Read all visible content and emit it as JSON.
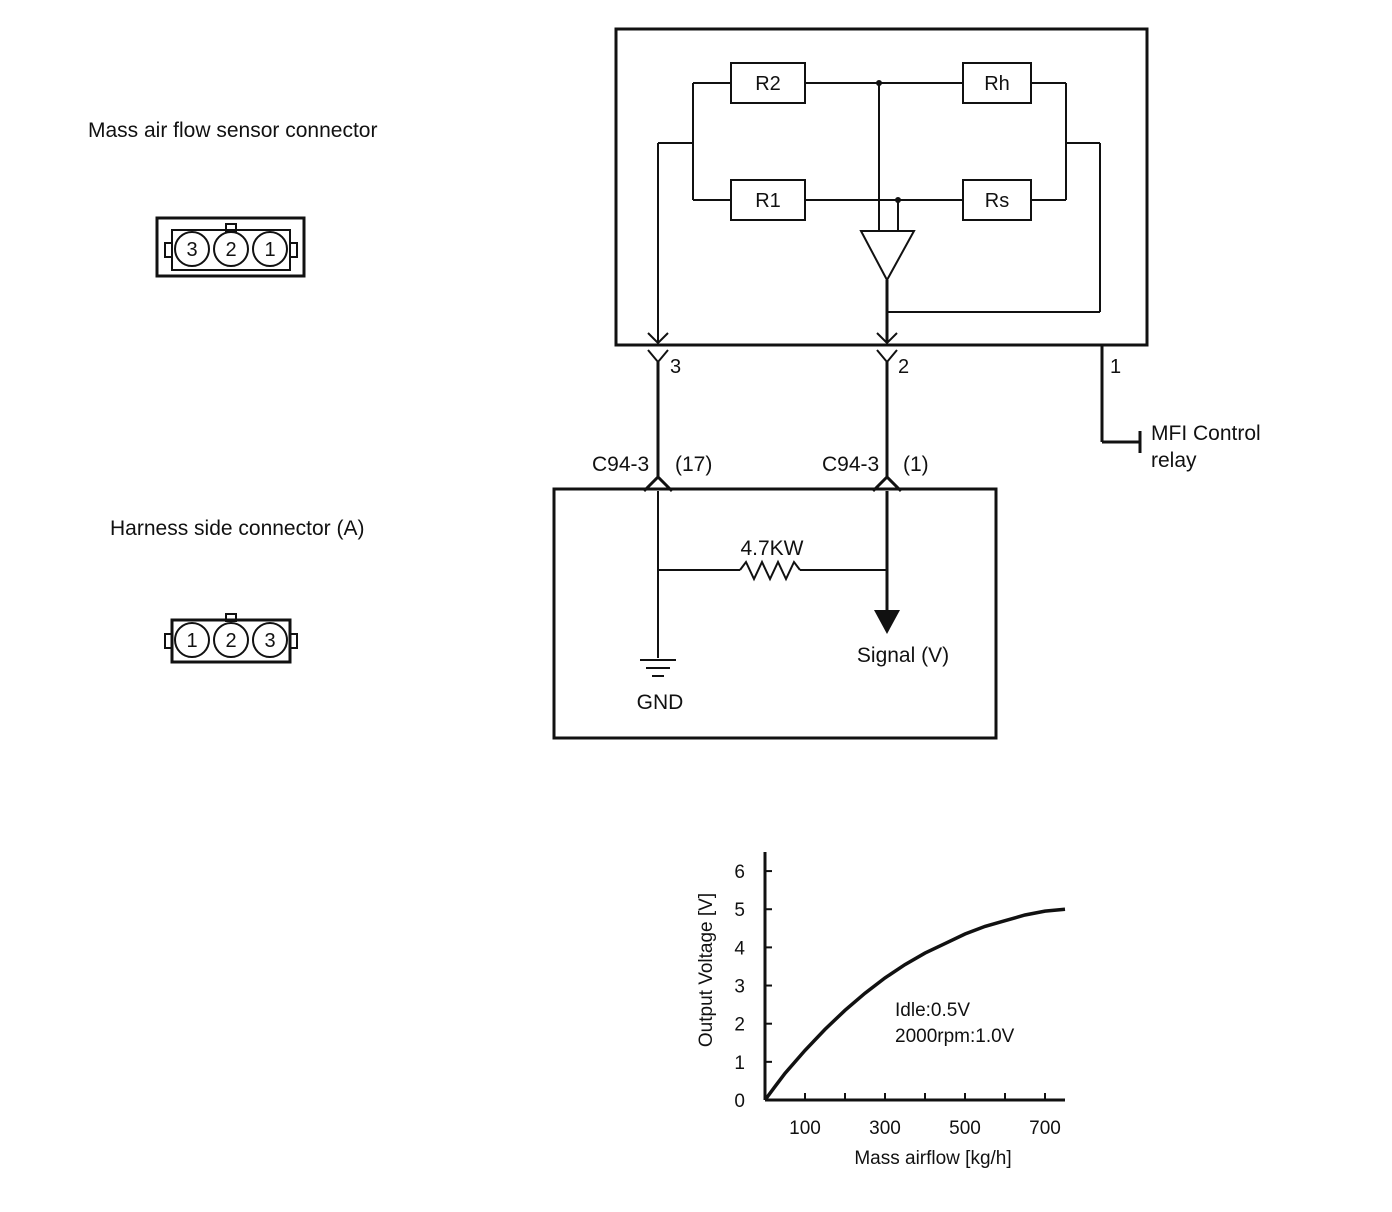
{
  "connectors": {
    "sensor": {
      "title": "Mass air flow sensor connector",
      "pins": [
        "3",
        "2",
        "1"
      ]
    },
    "harness": {
      "title": "Harness side connector (A)",
      "pins": [
        "1",
        "2",
        "3"
      ]
    }
  },
  "sensor_box": {
    "resistors": [
      "R2",
      "Rh",
      "R1",
      "Rs"
    ],
    "pins": [
      "3",
      "2",
      "1"
    ]
  },
  "relay": {
    "line1": "MFI Control",
    "line2": "relay"
  },
  "ecu": {
    "connector_left": "C94-3",
    "pin_left": "(17)",
    "connector_right": "C94-3",
    "pin_right": "(1)",
    "resistor_label": "4.7KW",
    "ground_label": "GND",
    "signal_label": "Signal (V)"
  },
  "chart_data": {
    "type": "line",
    "xlabel": "Mass airflow [kg/h]",
    "ylabel": "Output Voltage [V]",
    "x_ticks": [
      "100",
      "300",
      "500",
      "700"
    ],
    "y_ticks": [
      "0",
      "1",
      "2",
      "3",
      "4",
      "5",
      "6"
    ],
    "xlim": [
      0,
      750
    ],
    "ylim": [
      0,
      6.5
    ],
    "series": [
      {
        "x": [
          0,
          25,
          50,
          100,
          150,
          200,
          250,
          300,
          350,
          400,
          450,
          500,
          550,
          600,
          650,
          700,
          750
        ],
        "y": [
          0,
          0.35,
          0.7,
          1.3,
          1.85,
          2.35,
          2.8,
          3.2,
          3.55,
          3.85,
          4.1,
          4.35,
          4.55,
          4.7,
          4.85,
          4.95,
          5.0
        ]
      }
    ],
    "annotations": [
      "Idle:0.5V",
      "2000rpm:1.0V"
    ]
  }
}
